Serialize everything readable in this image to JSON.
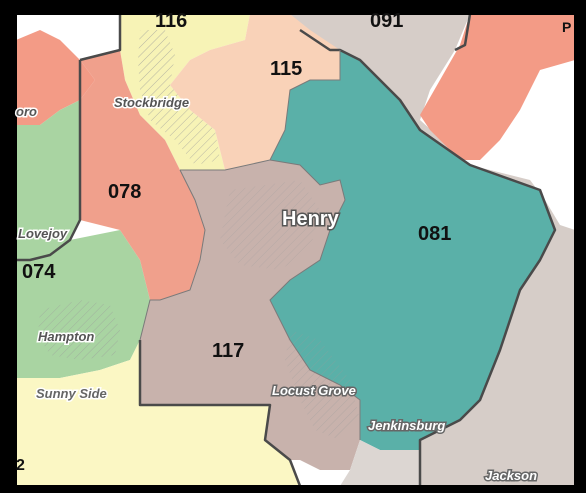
{
  "colors": {
    "background": "#000000",
    "frame_inner": "#ffffff",
    "district_081": "#5ab0a8",
    "district_078": "#f0a08c",
    "district_117": "#c8b2ac",
    "district_115": "#f9d2b8",
    "district_116": "#f7f3b6",
    "district_091": "#d6cdc8",
    "district_074": "#a9d4a2",
    "district_pink": "#f39b86",
    "sunny_side_area": "#fbf7c4",
    "gray_area": "#dcd6d2",
    "boundary": "#4a4a4a"
  },
  "districts": {
    "d116": "116",
    "d091": "091",
    "d115": "115",
    "d078": "078",
    "d081": "081",
    "d074": "074",
    "d117": "117",
    "partial_right": "P"
  },
  "places": {
    "stockbridge": "Stockbridge",
    "henry": "Henry",
    "lovejoy": "Lovejoy",
    "hampton": "Hampton",
    "sunny_side": "Sunny Side",
    "locust_grove": "Locust Grove",
    "jenkinsburg": "Jenkinsburg",
    "jackson": "Jackson",
    "partial_left": "oro",
    "partial_bottom_left": "2"
  }
}
